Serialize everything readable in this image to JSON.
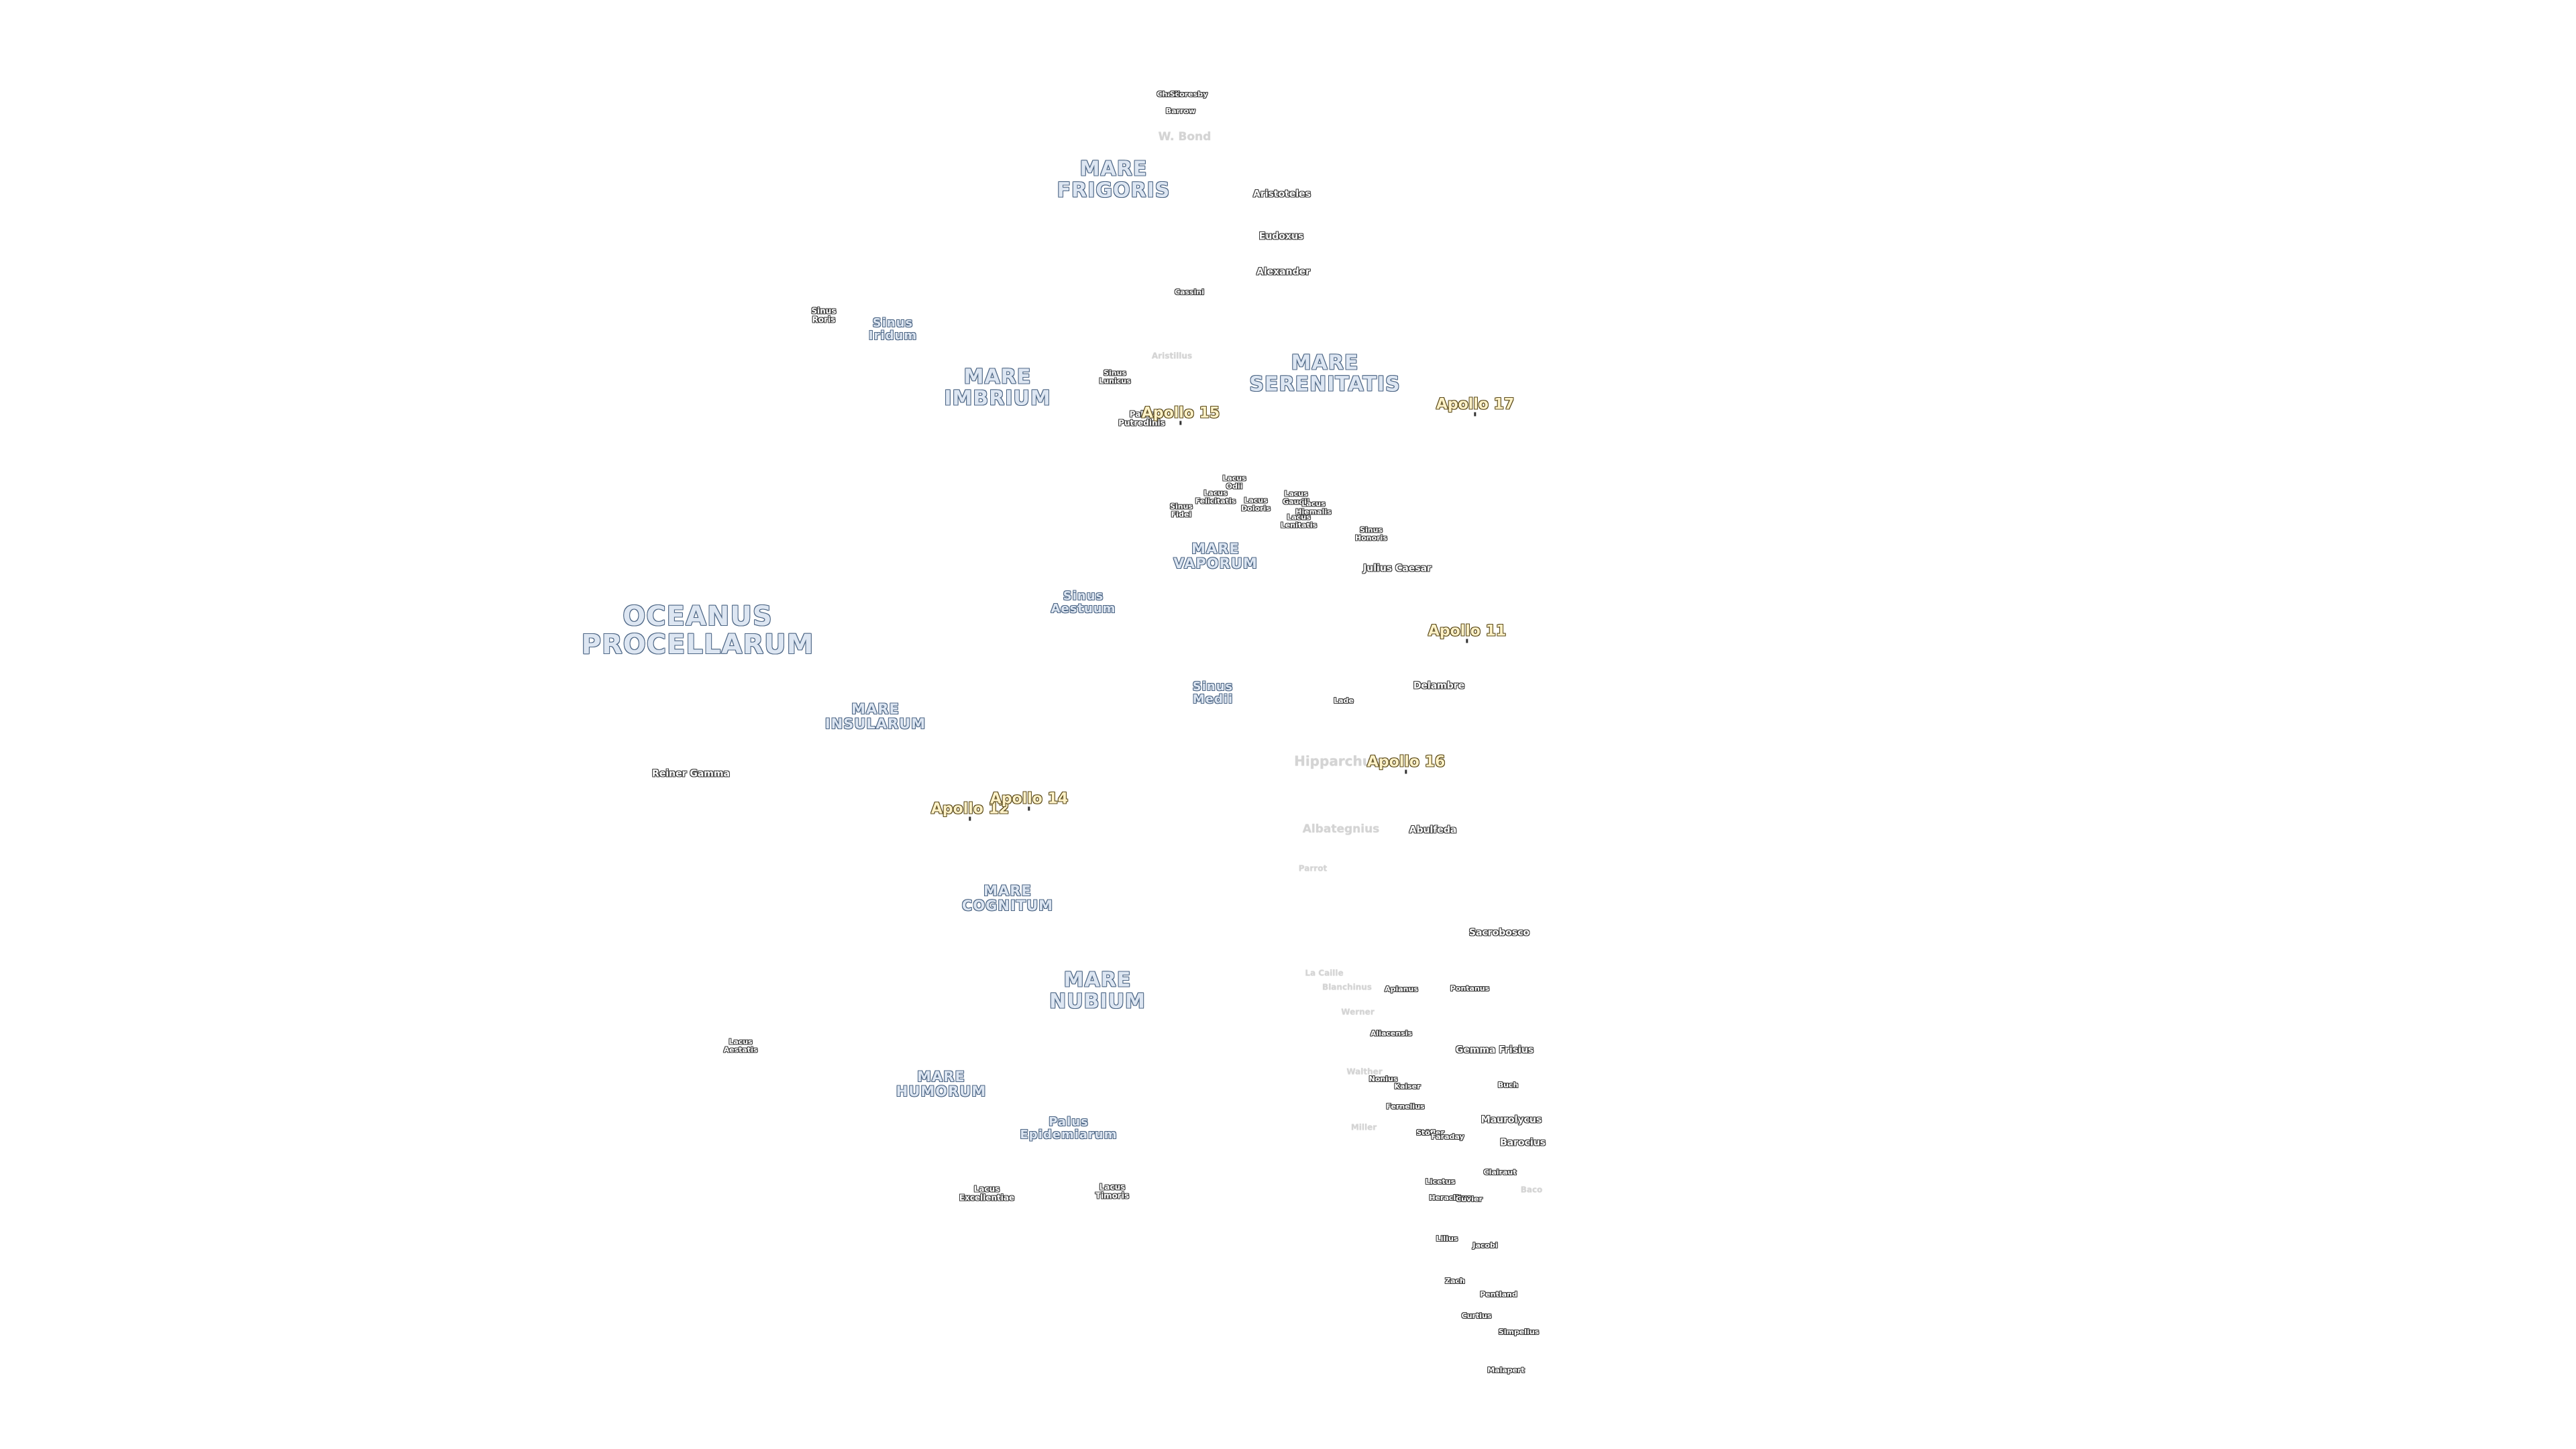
{
  "colors": {
    "mare_fill": "#dde6f2",
    "mare_stroke": "#4d6685",
    "crater_fill": "#ffffff",
    "crater_stroke": "#3a3a3a",
    "faded_fill": "#d4d4d4",
    "faded_stroke": "#cfcfcf",
    "apollo_fill": "#fff2c8",
    "apollo_stroke": "#5a4a1a",
    "background": "#ffffff"
  },
  "labels": [
    {
      "name": "ocean-oceanus-procellarum",
      "text": "OCEANUS\nPROCELLARUM",
      "kind": "ocean"
    },
    {
      "name": "mare-frigoris",
      "text": "MARE\nFRIGORIS",
      "kind": "mare"
    },
    {
      "name": "mare-imbrium",
      "text": "MARE\nIMBRIUM",
      "kind": "mare"
    },
    {
      "name": "mare-serenitatis",
      "text": "MARE\nSERENITATIS",
      "kind": "mare"
    },
    {
      "name": "mare-vaporum",
      "text": "MARE\nVAPORUM",
      "kind": "mare-sm"
    },
    {
      "name": "mare-insularum",
      "text": "MARE\nINSULARUM",
      "kind": "mare-sm"
    },
    {
      "name": "mare-cognitum",
      "text": "MARE\nCOGNITUM",
      "kind": "mare-sm"
    },
    {
      "name": "mare-nubium",
      "text": "MARE\nNUBIUM",
      "kind": "mare"
    },
    {
      "name": "mare-humorum",
      "text": "MARE\nHUMORUM",
      "kind": "mare-sm"
    },
    {
      "name": "sinus-aestuum",
      "text": "Sinus\nAestuum",
      "kind": "mare-xs"
    },
    {
      "name": "sinus-iridum",
      "text": "Sinus\nIridum",
      "kind": "mare-xs"
    },
    {
      "name": "sinus-roris",
      "text": "Sinus\nRoris",
      "kind": "small"
    },
    {
      "name": "sinus-medii",
      "text": "Sinus\nMedii",
      "kind": "mare-xs"
    },
    {
      "name": "sinus-lunicus",
      "text": "Sinus\nLunicus",
      "kind": "tiny"
    },
    {
      "name": "sinus-fidei",
      "text": "Sinus\nFidei",
      "kind": "tiny"
    },
    {
      "name": "sinus-honoris",
      "text": "Sinus\nHonoris",
      "kind": "tiny"
    },
    {
      "name": "palus-putredinis",
      "text": "Palus\nPutredinis",
      "kind": "small"
    },
    {
      "name": "palus-epidemiarum",
      "text": "Palus\nEpidemiarum",
      "kind": "mare-xs"
    },
    {
      "name": "lacus-odii",
      "text": "Lacus\nOdii",
      "kind": "tiny"
    },
    {
      "name": "lacus-felicitatis",
      "text": "Lacus\nFelicitatis",
      "kind": "tiny"
    },
    {
      "name": "lacus-doloris",
      "text": "Lacus\nDoloris",
      "kind": "tiny"
    },
    {
      "name": "lacus-gaudii",
      "text": "Lacus\nGaudii",
      "kind": "tiny"
    },
    {
      "name": "lacus-hiemalis",
      "text": "Lacus\nHiemalis",
      "kind": "tiny"
    },
    {
      "name": "lacus-lenitatis",
      "text": "Lacus\nLenitatis",
      "kind": "tiny"
    },
    {
      "name": "lacus-aestatis",
      "text": "Lacus\nAestatis",
      "kind": "tiny"
    },
    {
      "name": "lacus-excellentiae",
      "text": "Lacus\nExcellentiae",
      "kind": "small"
    },
    {
      "name": "lacus-timoris",
      "text": "Lacus\nTimoris",
      "kind": "small"
    },
    {
      "name": "crater-challis",
      "text": "Challis",
      "kind": "tiny"
    },
    {
      "name": "crater-scoresby",
      "text": "Scoresby",
      "kind": "tiny"
    },
    {
      "name": "crater-barrow",
      "text": "Barrow",
      "kind": "tiny"
    },
    {
      "name": "crater-w-bond",
      "text": "W. Bond",
      "kind": "faded-md"
    },
    {
      "name": "crater-aristoteles",
      "text": "Aristoteles",
      "kind": "crater"
    },
    {
      "name": "crater-eudoxus",
      "text": "Eudoxus",
      "kind": "crater"
    },
    {
      "name": "crater-alexander",
      "text": "Alexander",
      "kind": "crater"
    },
    {
      "name": "crater-cassini",
      "text": "Cassini",
      "kind": "tiny"
    },
    {
      "name": "crater-aristillus",
      "text": "Aristillus",
      "kind": "faded"
    },
    {
      "name": "crater-julius-caesar",
      "text": "Julius Caesar",
      "kind": "crater"
    },
    {
      "name": "crater-delambre",
      "text": "Delambre",
      "kind": "crater"
    },
    {
      "name": "crater-lade",
      "text": "Lade",
      "kind": "tiny"
    },
    {
      "name": "crater-reiner-gamma",
      "text": "Reiner Gamma",
      "kind": "crater"
    },
    {
      "name": "crater-hipparchus",
      "text": "Hipparchus",
      "kind": "faded-lg"
    },
    {
      "name": "crater-albategnius",
      "text": "Albategnius",
      "kind": "faded-md"
    },
    {
      "name": "crater-abulfeda",
      "text": "Abulfeda",
      "kind": "crater"
    },
    {
      "name": "crater-parrot",
      "text": "Parrot",
      "kind": "faded"
    },
    {
      "name": "crater-sacrobosco",
      "text": "Sacrobosco",
      "kind": "crater"
    },
    {
      "name": "crater-la-caille",
      "text": "La Caille",
      "kind": "faded"
    },
    {
      "name": "crater-blanchinus",
      "text": "Blanchinus",
      "kind": "faded"
    },
    {
      "name": "crater-apianus",
      "text": "Apianus",
      "kind": "tiny"
    },
    {
      "name": "crater-pontanus",
      "text": "Pontanus",
      "kind": "tiny"
    },
    {
      "name": "crater-werner",
      "text": "Werner",
      "kind": "faded"
    },
    {
      "name": "crater-aliacensis",
      "text": "Aliacensis",
      "kind": "tiny"
    },
    {
      "name": "crater-gemma-frisius",
      "text": "Gemma Frisius",
      "kind": "crater"
    },
    {
      "name": "crater-walther",
      "text": "Walther",
      "kind": "faded"
    },
    {
      "name": "crater-nonius",
      "text": "Nonius",
      "kind": "tiny"
    },
    {
      "name": "crater-kaiser",
      "text": "Kaiser",
      "kind": "tiny"
    },
    {
      "name": "crater-buch",
      "text": "Buch",
      "kind": "tiny"
    },
    {
      "name": "crater-fernelius",
      "text": "Fernelius",
      "kind": "tiny"
    },
    {
      "name": "crater-maurolycus",
      "text": "Maurolycus",
      "kind": "crater"
    },
    {
      "name": "crater-miller",
      "text": "Miller",
      "kind": "faded"
    },
    {
      "name": "crater-stofler",
      "text": "Stöfler",
      "kind": "tiny"
    },
    {
      "name": "crater-faraday",
      "text": "Faraday",
      "kind": "tiny"
    },
    {
      "name": "crater-barocius",
      "text": "Barocius",
      "kind": "crater"
    },
    {
      "name": "crater-clairaut",
      "text": "Clairaut",
      "kind": "tiny"
    },
    {
      "name": "crater-licetus",
      "text": "Licetus",
      "kind": "tiny"
    },
    {
      "name": "crater-heraclitus",
      "text": "Heraclitus",
      "kind": "tiny"
    },
    {
      "name": "crater-cuvier",
      "text": "Cuvier",
      "kind": "tiny"
    },
    {
      "name": "crater-baco",
      "text": "Baco",
      "kind": "faded"
    },
    {
      "name": "crater-lilius",
      "text": "Lilius",
      "kind": "tiny"
    },
    {
      "name": "crater-jacobi",
      "text": "Jacobi",
      "kind": "tiny"
    },
    {
      "name": "crater-zach",
      "text": "Zach",
      "kind": "tiny"
    },
    {
      "name": "crater-pentland",
      "text": "Pentland",
      "kind": "tiny"
    },
    {
      "name": "crater-curtius",
      "text": "Curtius",
      "kind": "tiny"
    },
    {
      "name": "crater-simpelius",
      "text": "Simpelius",
      "kind": "tiny"
    },
    {
      "name": "crater-malapert",
      "text": "Malapert",
      "kind": "tiny"
    },
    {
      "name": "apollo-11",
      "text": "Apollo 11",
      "kind": "apollo"
    },
    {
      "name": "apollo-12",
      "text": "Apollo 12",
      "kind": "apollo"
    },
    {
      "name": "apollo-14",
      "text": "Apollo 14",
      "kind": "apollo"
    },
    {
      "name": "apollo-15",
      "text": "Apollo 15",
      "kind": "apollo"
    },
    {
      "name": "apollo-16",
      "text": "Apollo 16",
      "kind": "apollo"
    },
    {
      "name": "apollo-17",
      "text": "Apollo 17",
      "kind": "apollo"
    }
  ]
}
